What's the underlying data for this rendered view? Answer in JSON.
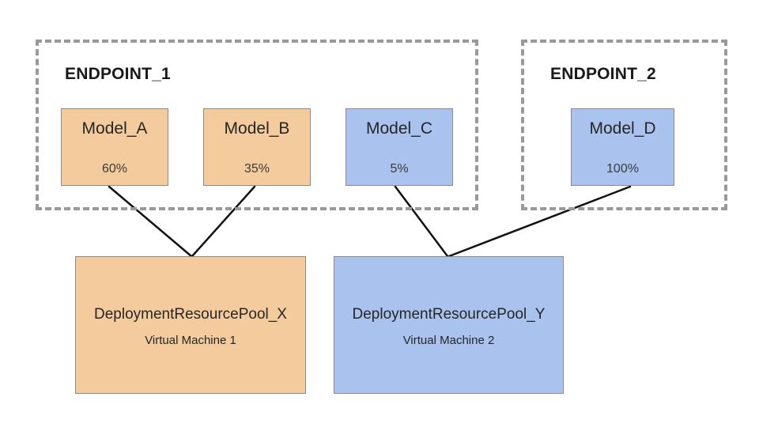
{
  "diagram": {
    "endpoints": [
      {
        "label": "ENDPOINT_1",
        "models": [
          {
            "name": "Model_A",
            "traffic": "60%",
            "fill": "#f3cb9c",
            "pool": "DeploymentResourcePool_X"
          },
          {
            "name": "Model_B",
            "traffic": "35%",
            "fill": "#f3cb9c",
            "pool": "DeploymentResourcePool_X"
          },
          {
            "name": "Model_C",
            "traffic": "5%",
            "fill": "#a9c2ee",
            "pool": "DeploymentResourcePool_Y"
          }
        ]
      },
      {
        "label": "ENDPOINT_2",
        "models": [
          {
            "name": "Model_D",
            "traffic": "100%",
            "fill": "#a9c2ee",
            "pool": "DeploymentResourcePool_Y"
          }
        ]
      }
    ],
    "pools": [
      {
        "name": "DeploymentResourcePool_X",
        "machine": "Virtual Machine 1",
        "fill": "#f3cb9c"
      },
      {
        "name": "DeploymentResourcePool_Y",
        "machine": "Virtual Machine 2",
        "fill": "#a9c2ee"
      }
    ],
    "colors": {
      "orange_fill": "#f3cb9c",
      "blue_fill": "#a9c2ee",
      "dashed_border": "#999999",
      "box_border": "#8b8b8b",
      "connector_line": "#111111",
      "background": "#ffffff"
    }
  }
}
